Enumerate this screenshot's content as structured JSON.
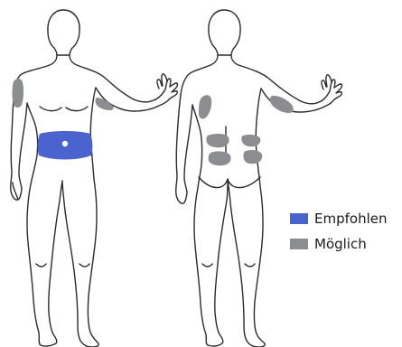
{
  "colors": {
    "recommended": "#4a63cf",
    "possible": "#8c8d90",
    "outline": "#2b2b2b",
    "marker": "#ffffff"
  },
  "legend": {
    "items": [
      {
        "label": "Empfohlen",
        "color_key": "recommended"
      },
      {
        "label": "Möglich",
        "color_key": "possible"
      }
    ]
  }
}
